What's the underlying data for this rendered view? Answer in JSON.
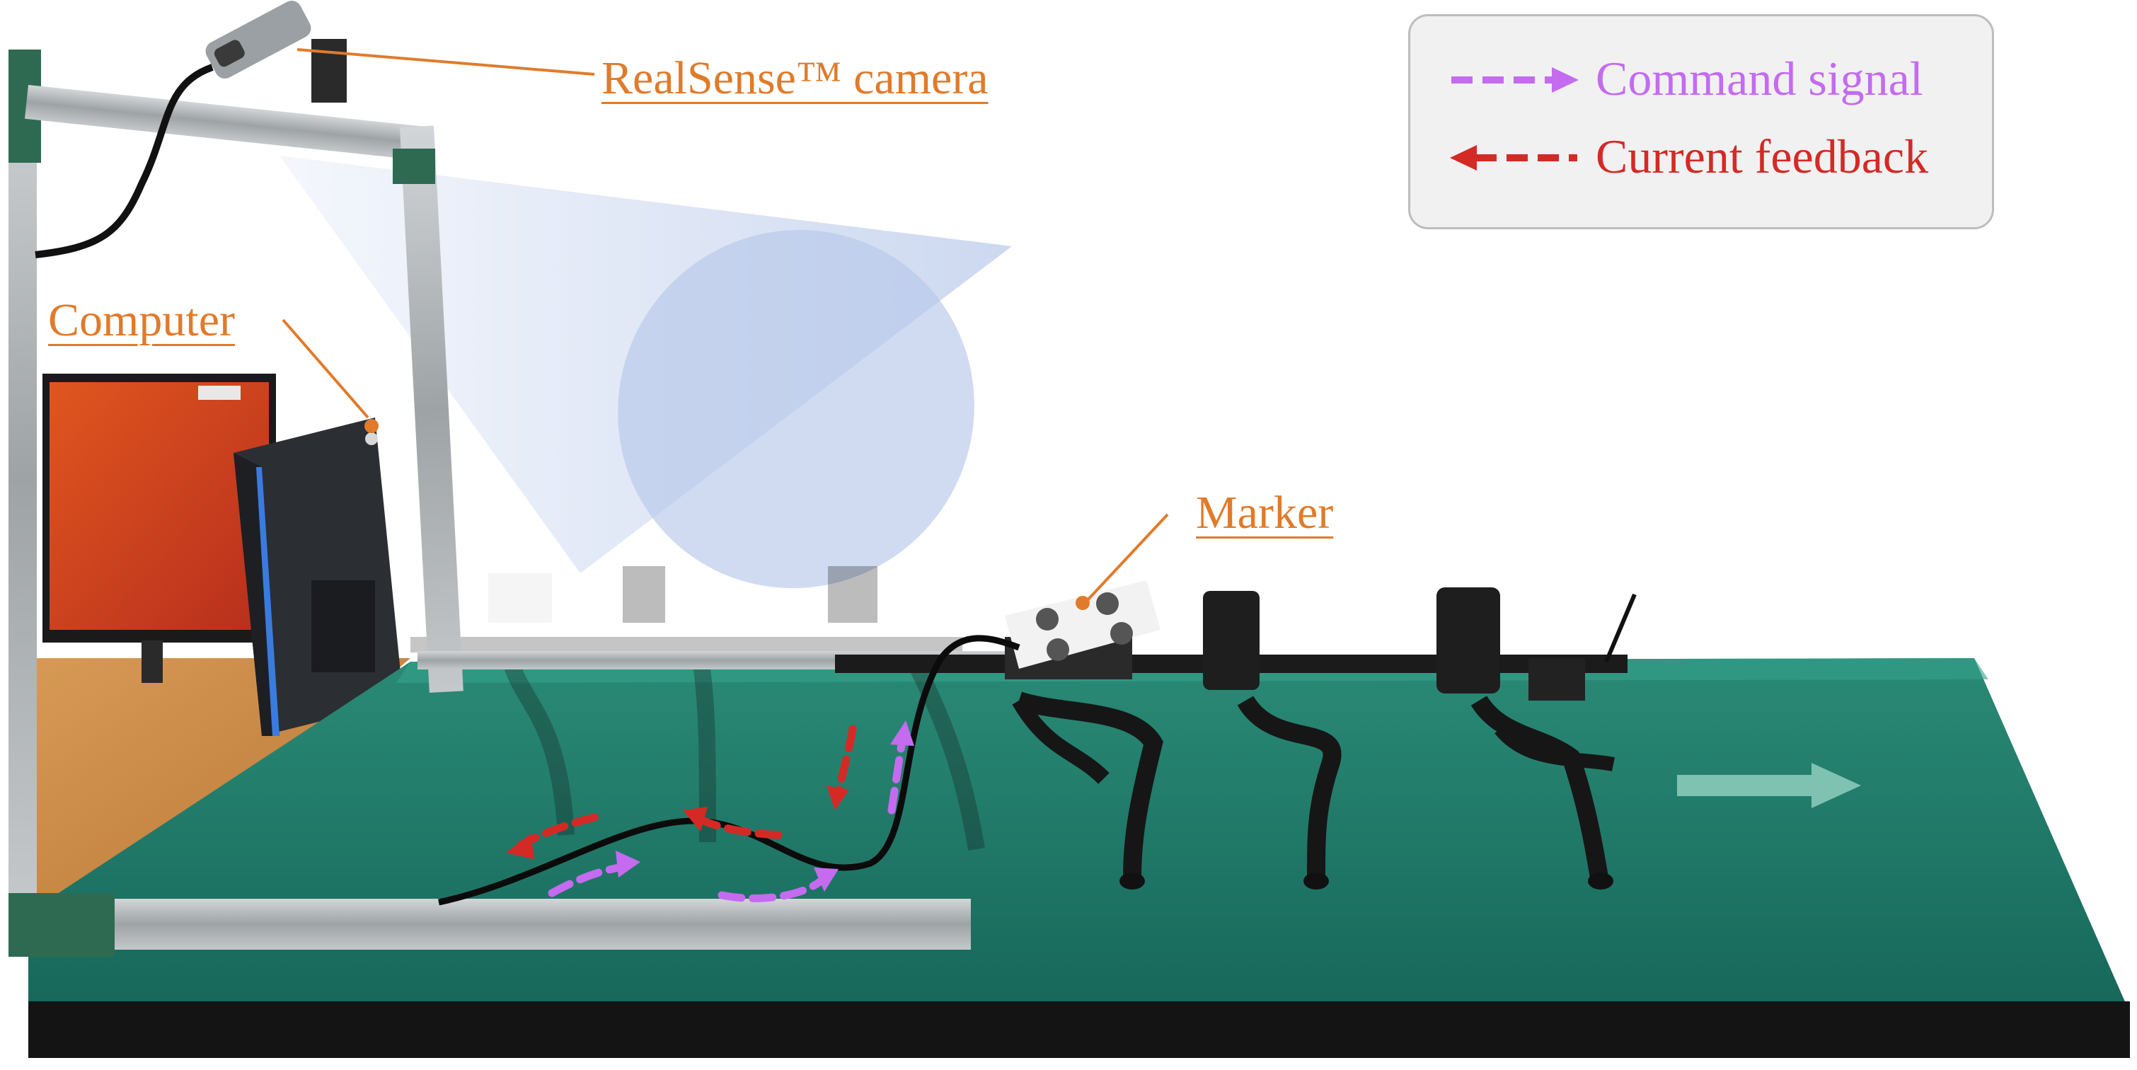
{
  "labels": {
    "camera": "RealSense™ camera",
    "computer": "Computer",
    "marker": "Marker"
  },
  "legend": {
    "items": [
      {
        "label": "Command signal",
        "color": "#c46bf0"
      },
      {
        "label": "Current feedback",
        "color": "#d42a26"
      }
    ]
  },
  "colors": {
    "label_orange": "#e07b2b",
    "mat_green": "#1f7d6b",
    "frame_aluminum": "#a9aeb0",
    "frame_bracket": "#2e6a52",
    "camera_fov": "#b7c8ea",
    "legend_background": "#f1f1f1"
  }
}
